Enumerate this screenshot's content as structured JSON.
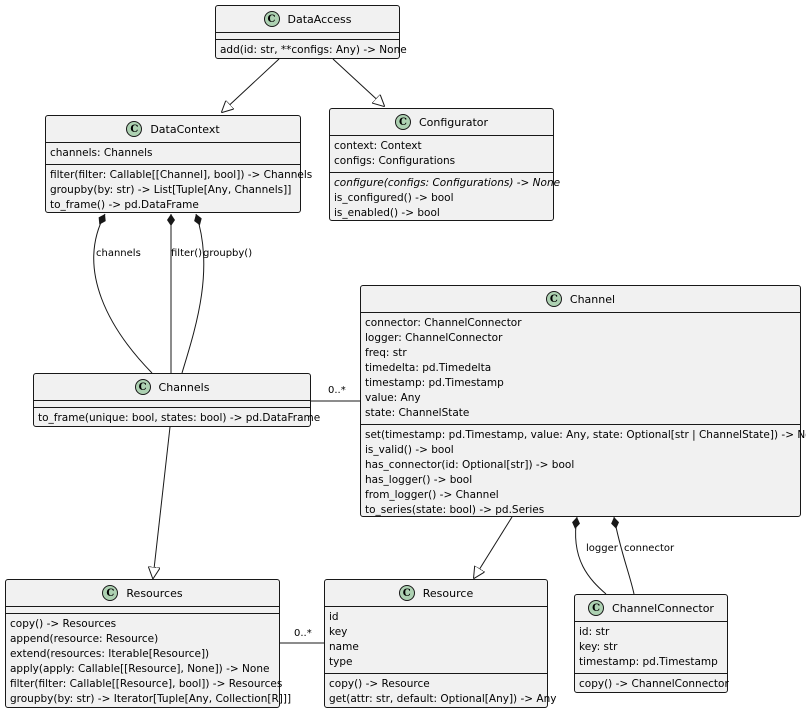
{
  "classes": {
    "data_access": {
      "name": "DataAccess",
      "badge": "C",
      "fields": [],
      "methods": [
        "add(id: str, **configs: Any) -> None"
      ]
    },
    "data_context": {
      "name": "DataContext",
      "badge": "C",
      "fields": [
        "channels: Channels"
      ],
      "methods": [
        "filter(filter: Callable[[Channel], bool]) -> Channels",
        "groupby(by: str) -> List[Tuple[Any, Channels]]",
        "to_frame() -> pd.DataFrame"
      ]
    },
    "configurator": {
      "name": "Configurator",
      "badge": "C",
      "fields": [
        "context: Context",
        "configs: Configurations"
      ],
      "methods": [
        "configure(configs: Configurations) -> None",
        "is_configured() -> bool",
        "is_enabled() -> bool"
      ]
    },
    "channels": {
      "name": "Channels",
      "badge": "C",
      "fields": [],
      "methods": [
        "to_frame(unique: bool, states: bool) -> pd.DataFrame"
      ]
    },
    "channel": {
      "name": "Channel",
      "badge": "C",
      "fields": [
        "connector: ChannelConnector",
        "logger: ChannelConnector",
        "freq: str",
        "timedelta: pd.Timedelta",
        "timestamp: pd.Timestamp",
        "value: Any",
        "state: ChannelState"
      ],
      "methods": [
        "set(timestamp: pd.Timestamp, value: Any, state: Optional[str | ChannelState]) -> None",
        "is_valid() -> bool",
        "has_connector(id: Optional[str]) -> bool",
        "has_logger() -> bool",
        "from_logger() -> Channel",
        "to_series(state: bool) -> pd.Series"
      ]
    },
    "resources": {
      "name": "Resources",
      "badge": "C",
      "fields": [],
      "methods": [
        "copy() -> Resources",
        "append(resource: Resource)",
        "extend(resources: Iterable[Resource])",
        "apply(apply: Callable[[Resource], None]) -> None",
        "filter(filter: Callable[[Resource], bool]) -> Resources",
        "groupby(by: str) -> Iterator[Tuple[Any, Collection[R]]]"
      ]
    },
    "resource": {
      "name": "Resource",
      "badge": "C",
      "fields": [
        "id",
        "key",
        "name",
        "type"
      ],
      "methods": [
        "copy() -> Resource",
        "get(attr: str, default: Optional[Any]) -> Any"
      ]
    },
    "channel_connector": {
      "name": "ChannelConnector",
      "badge": "C",
      "fields": [
        "id: str",
        "key: str",
        "timestamp: pd.Timestamp"
      ],
      "methods": [
        "copy() -> ChannelConnector"
      ]
    }
  },
  "relations": {
    "channels_label": "channels",
    "filter_label": "filter()",
    "groupby_label": "groupby()",
    "channels_channel_mult": "0..*",
    "resources_resource_mult": "0..*",
    "logger_label": "logger",
    "connector_label": "connector"
  }
}
